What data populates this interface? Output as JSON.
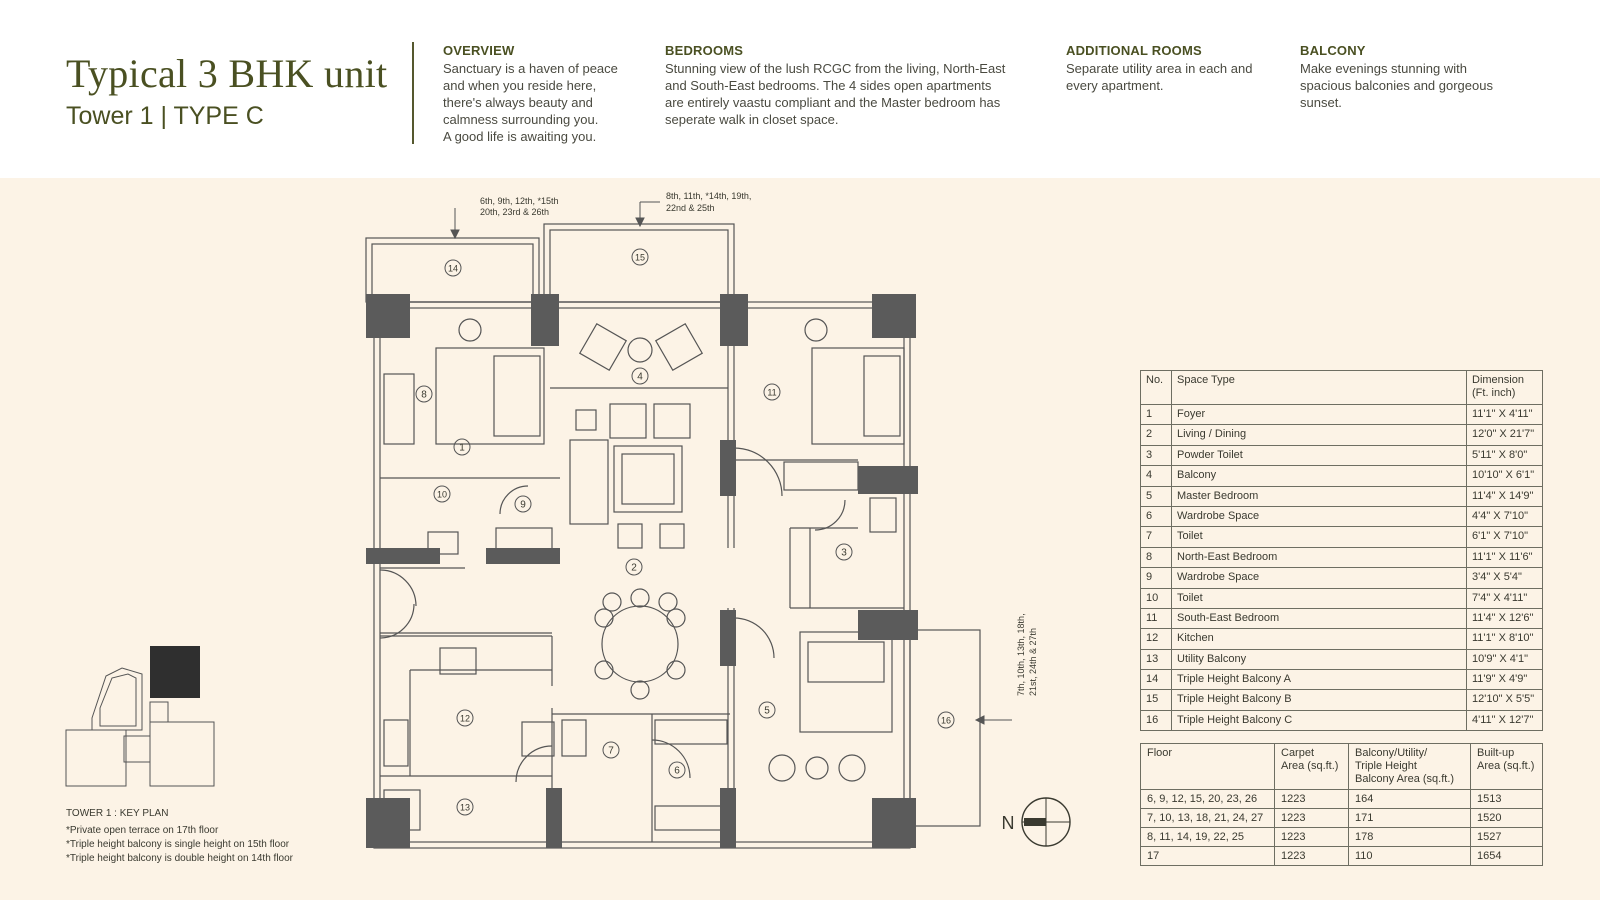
{
  "header": {
    "title": "Typical 3 BHK unit",
    "subtitle": "Tower 1 | TYPE C",
    "sections": [
      {
        "heading": "OVERVIEW",
        "text": "Sanctuary is a haven of peace\nand when you reside here,\nthere's always beauty and\ncalmness surrounding you.\nA good life is awaiting you."
      },
      {
        "heading": "BEDROOMS",
        "text": "Stunning view of the lush RCGC from the living, North-East\nand South-East bedrooms. The 4 sides open apartments\nare entirely vaastu compliant and the Master bedroom has\nseperate walk in closet space."
      },
      {
        "heading": "ADDITIONAL ROOMS",
        "text": "Separate utility area in each and\nevery apartment."
      },
      {
        "heading": "BALCONY",
        "text": "Make evenings stunning with\nspacious balconies and gorgeous\nsunset."
      }
    ]
  },
  "plan": {
    "callouts": {
      "balcony_a_line1": "6th, 9th, 12th, *15th",
      "balcony_a_line2": "20th, 23rd & 26th",
      "balcony_b_line1": "8th, 11th, *14th, 19th,",
      "balcony_b_line2": "22nd & 25th",
      "balcony_c_line1": "7th, 10th, 13th, 18th,",
      "balcony_c_line2": "21st, 24th & 27th"
    },
    "room_numbers": [
      "1",
      "2",
      "3",
      "4",
      "5",
      "6",
      "7",
      "8",
      "9",
      "10",
      "11",
      "12",
      "13",
      "14",
      "15",
      "16"
    ],
    "compass_label": "N"
  },
  "space_table": {
    "headers": {
      "no": "No.",
      "space": "Space Type",
      "dimension": "Dimension\n(Ft. inch)"
    },
    "rows": [
      {
        "no": "1",
        "space": "Foyer",
        "dim": "11'1\" X 4'11\""
      },
      {
        "no": "2",
        "space": "Living / Dining",
        "dim": "12'0\" X 21'7\""
      },
      {
        "no": "3",
        "space": "Powder Toilet",
        "dim": "5'11\" X 8'0\""
      },
      {
        "no": "4",
        "space": "Balcony",
        "dim": "10'10\" X 6'1\""
      },
      {
        "no": "5",
        "space": "Master Bedroom",
        "dim": "11'4\" X 14'9\""
      },
      {
        "no": "6",
        "space": "Wardrobe Space",
        "dim": "4'4\" X 7'10\""
      },
      {
        "no": "7",
        "space": "Toilet",
        "dim": "6'1\" X 7'10\""
      },
      {
        "no": "8",
        "space": "North-East Bedroom",
        "dim": "11'1\" X 11'6\""
      },
      {
        "no": "9",
        "space": "Wardrobe Space",
        "dim": "3'4\" X 5'4\""
      },
      {
        "no": "10",
        "space": "Toilet",
        "dim": "7'4\" X 4'11\""
      },
      {
        "no": "11",
        "space": "South-East Bedroom",
        "dim": "11'4\" X 12'6\""
      },
      {
        "no": "12",
        "space": "Kitchen",
        "dim": "11'1\" X 8'10\""
      },
      {
        "no": "13",
        "space": "Utility Balcony",
        "dim": "10'9\" X 4'1\""
      },
      {
        "no": "14",
        "space": "Triple Height Balcony A",
        "dim": "11'9\" X 4'9\""
      },
      {
        "no": "15",
        "space": "Triple Height Balcony B",
        "dim": "12'10\" X 5'5\""
      },
      {
        "no": "16",
        "space": "Triple Height Balcony C",
        "dim": "4'11\" X 12'7\""
      }
    ]
  },
  "floor_table": {
    "headers": {
      "floor": "Floor",
      "carpet": "Carpet\nArea (sq.ft.)",
      "balcony": "Balcony/Utility/\nTriple Height\nBalcony Area (sq.ft.)",
      "builtup": "Built-up\nArea (sq.ft.)"
    },
    "rows": [
      {
        "floor": "6, 9, 12, 15, 20, 23, 26",
        "carpet": "1223",
        "balcony": "164",
        "builtup": "1513"
      },
      {
        "floor": "7, 10, 13, 18, 21, 24, 27",
        "carpet": "1223",
        "balcony": "171",
        "builtup": "1520"
      },
      {
        "floor": "8, 11, 14, 19, 22, 25",
        "carpet": "1223",
        "balcony": "178",
        "builtup": "1527"
      },
      {
        "floor": "17",
        "carpet": "1223",
        "balcony": "110",
        "builtup": "1654"
      }
    ]
  },
  "key_plan": {
    "label": "TOWER 1 : KEY PLAN",
    "notes": [
      "*Private open terrace on 17th floor",
      "*Triple height balcony is single height on 15th floor",
      "*Triple height balcony is double height on 14th floor"
    ]
  },
  "colors": {
    "accent": "#4a5022",
    "background": "#fcf3e6",
    "wall": "#5b5b5b",
    "line": "#555555"
  }
}
